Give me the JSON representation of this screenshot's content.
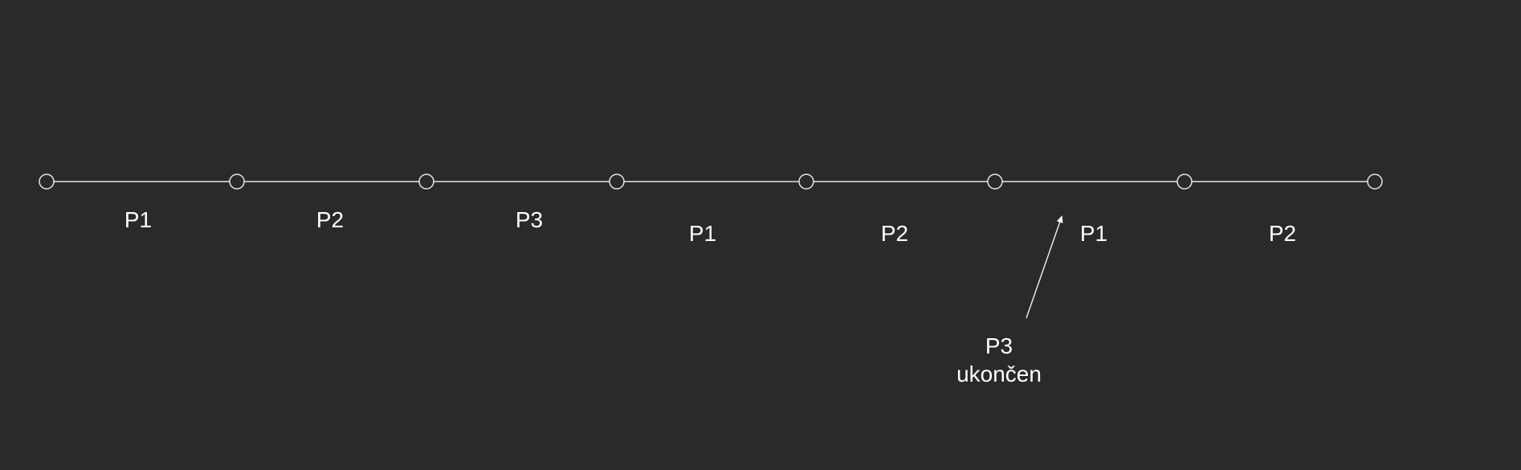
{
  "colors": {
    "background": "#2a2a2a",
    "line": "#e6e6e6",
    "text": "#ffffff"
  },
  "timeline": {
    "node_count": 8,
    "segments": [
      {
        "label": "P1"
      },
      {
        "label": "P2"
      },
      {
        "label": "P3"
      },
      {
        "label": "P1"
      },
      {
        "label": "P2"
      },
      {
        "label": "P1"
      },
      {
        "label": "P2"
      }
    ]
  },
  "annotation": {
    "line1": "P3",
    "line2": "ukončen"
  }
}
